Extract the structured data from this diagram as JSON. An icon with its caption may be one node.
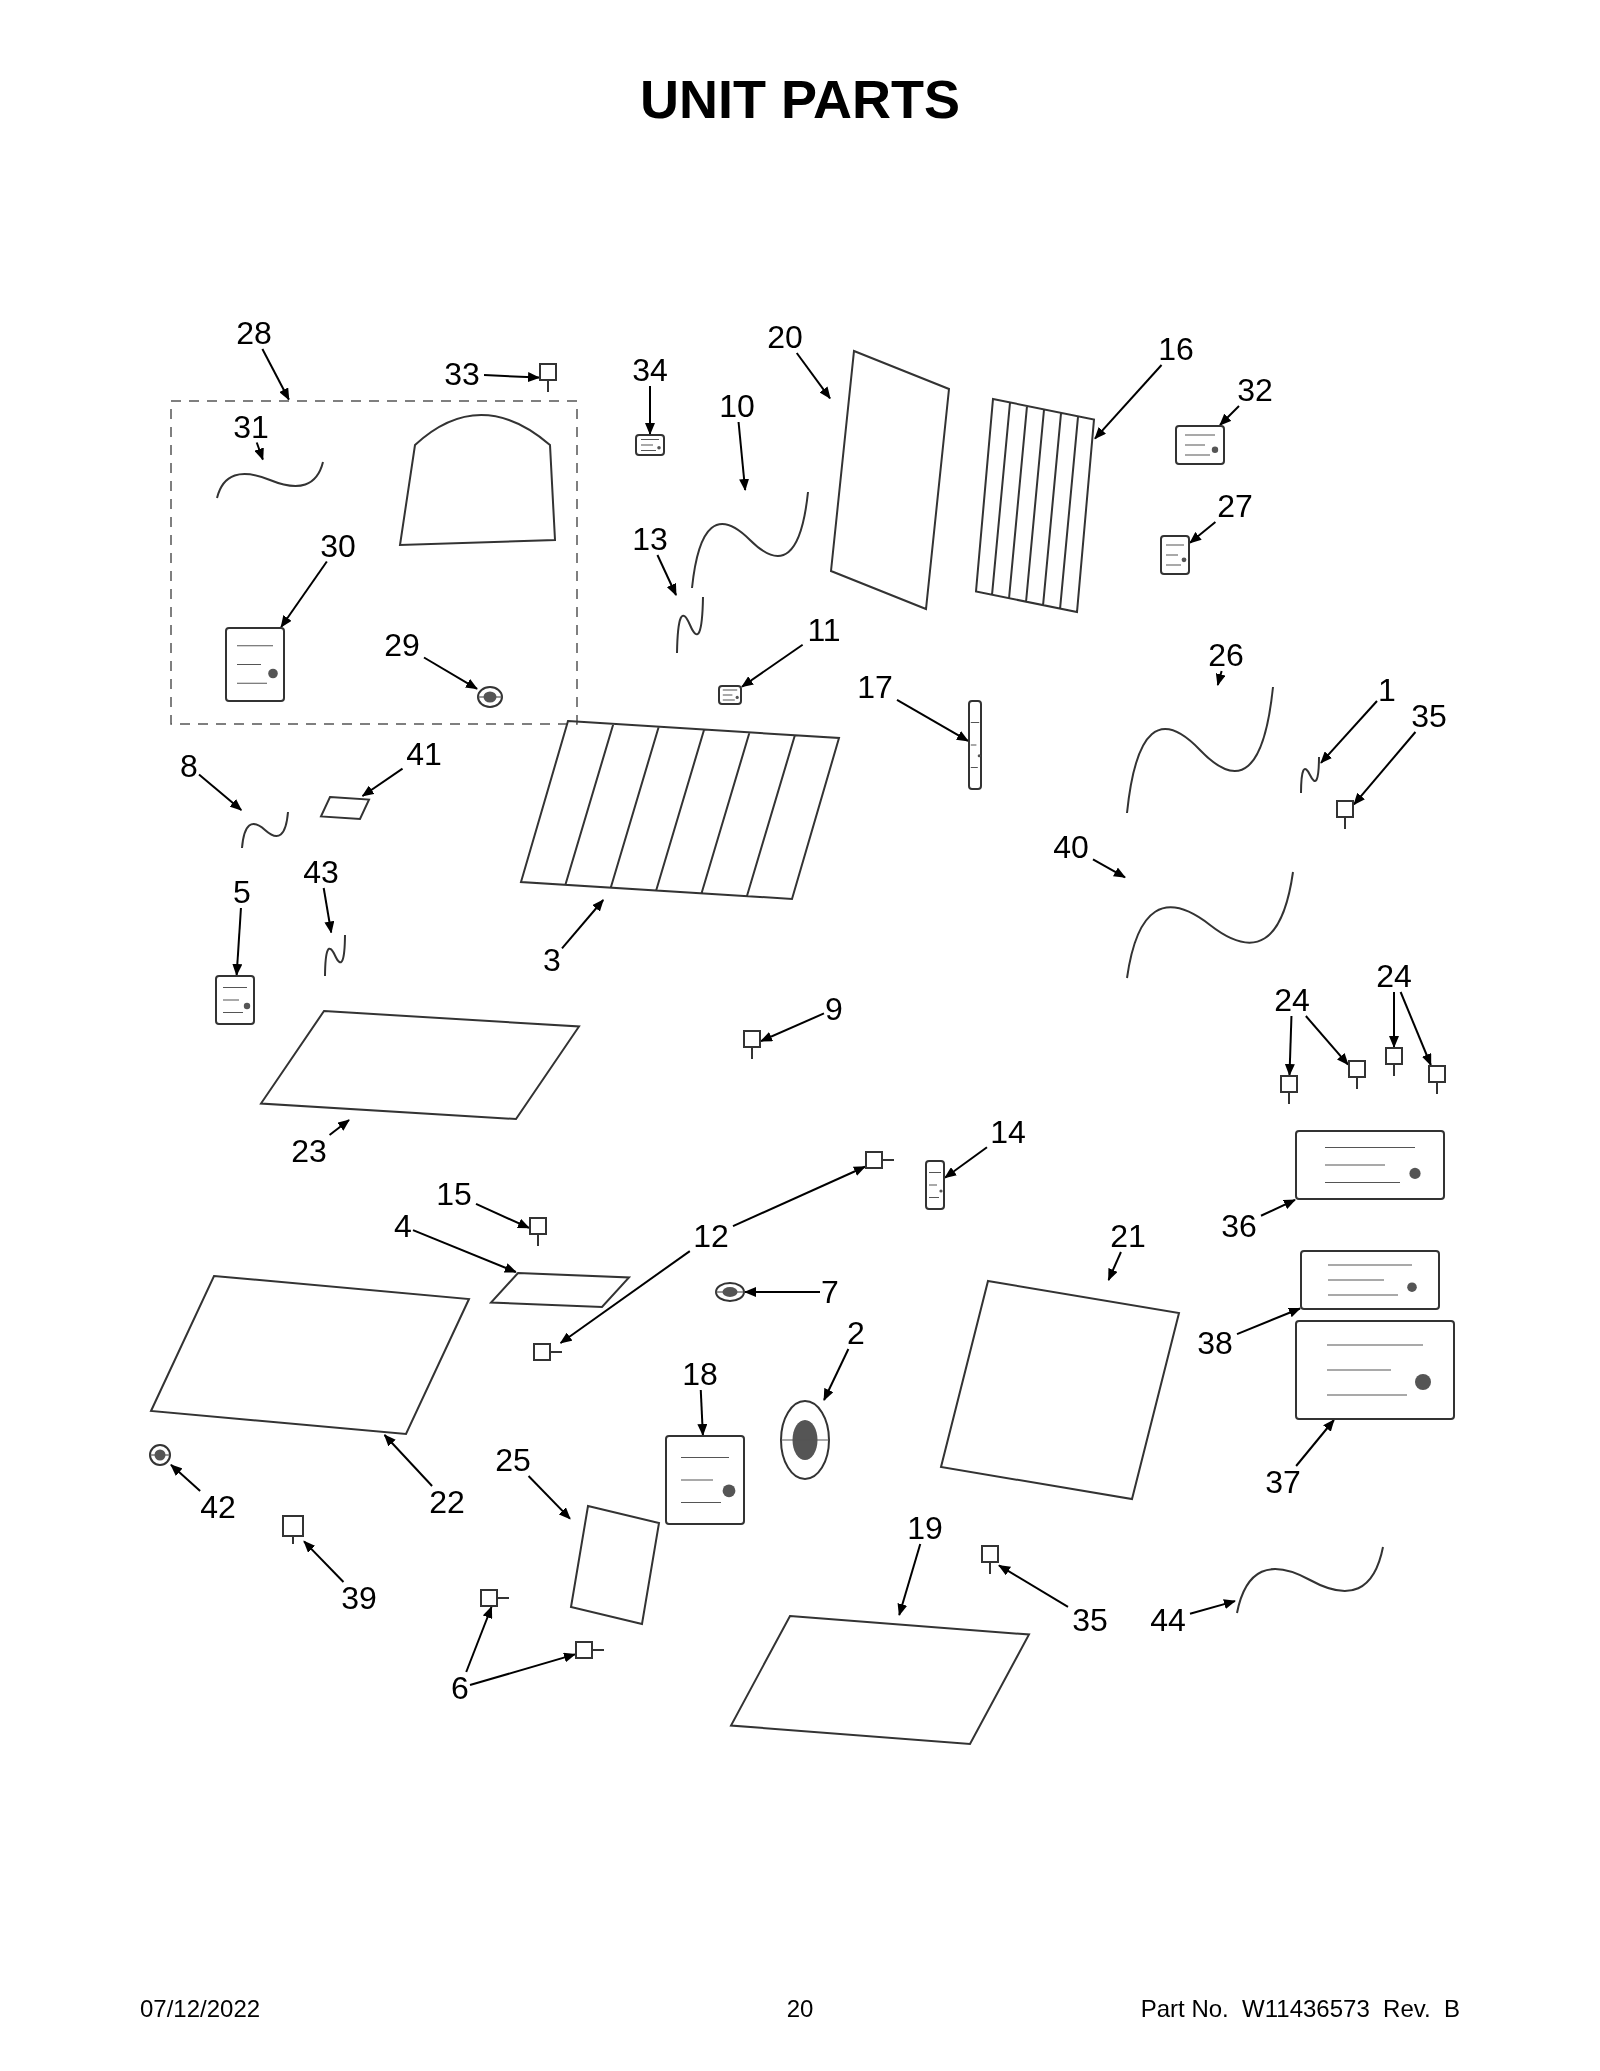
{
  "diagram": {
    "title": "UNIT PARTS",
    "nodes": [
      {
        "text": [],
        "shape": "box"
      },
      {
        "text": [
          "28"
        ]
      },
      {
        "text": [
          "33"
        ]
      },
      {
        "text": [
          "34"
        ]
      },
      {
        "text": [
          "20"
        ]
      },
      {
        "text": [
          "16"
        ]
      },
      {
        "text": [
          "32"
        ]
      },
      {
        "text": [
          "31"
        ],
        "in": 0
      },
      {
        "text": [
          "10"
        ]
      },
      {
        "text": [
          "13"
        ]
      },
      {
        "text": [
          "27"
        ]
      },
      {
        "text": [
          "30"
        ],
        "in": 0
      },
      {
        "text": [
          "26"
        ]
      },
      {
        "text": [
          "29"
        ],
        "in": 0
      },
      {
        "text": [
          "11"
        ]
      },
      {
        "text": [
          "17"
        ]
      },
      {
        "text": [
          "1"
        ]
      },
      {
        "text": [
          "35"
        ]
      },
      {
        "text": [
          "8"
        ]
      },
      {
        "text": [
          "41"
        ]
      },
      {
        "text": [
          "40"
        ]
      },
      {
        "text": [
          "43"
        ]
      },
      {
        "text": [
          "5"
        ]
      },
      {
        "text": [
          "3"
        ]
      },
      {
        "text": [
          "24"
        ]
      },
      {
        "text": [
          "24"
        ]
      },
      {
        "text": [
          "9"
        ]
      },
      {
        "text": [
          "23"
        ]
      },
      {
        "text": [
          "14"
        ]
      },
      {
        "text": [
          "15"
        ]
      },
      {
        "text": [
          "4"
        ]
      },
      {
        "text": [
          "12"
        ]
      },
      {
        "text": [
          "21"
        ]
      },
      {
        "text": [
          "36"
        ]
      },
      {
        "text": [
          "7"
        ]
      },
      {
        "text": [
          "2"
        ]
      },
      {
        "text": [
          "38"
        ]
      },
      {
        "text": [
          "18"
        ]
      },
      {
        "text": [
          "42"
        ]
      },
      {
        "text": [
          "22"
        ]
      },
      {
        "text": [
          "25"
        ]
      },
      {
        "text": [
          "37"
        ]
      },
      {
        "text": [
          "19"
        ]
      },
      {
        "text": [
          "35"
        ]
      },
      {
        "text": [
          "44"
        ]
      },
      {
        "text": [
          "39"
        ]
      },
      {
        "text": [
          "6"
        ]
      },
      {
        "text": [],
        "shape": "picture"
      },
      {
        "text": [],
        "shape": "picture"
      },
      {
        "text": [],
        "shape": "picture"
      },
      {
        "text": [],
        "shape": "picture"
      },
      {
        "text": [],
        "shape": "picture"
      },
      {
        "text": [],
        "shape": "picture",
        "in": 0
      },
      {
        "text": [],
        "shape": "picture"
      },
      {
        "text": [],
        "shape": "picture"
      },
      {
        "text": [],
        "shape": "picture"
      },
      {
        "text": [],
        "shape": "picture",
        "in": 0
      },
      {
        "text": [],
        "shape": "picture"
      },
      {
        "text": [],
        "shape": "picture",
        "in": 0
      },
      {
        "text": [],
        "shape": "picture"
      },
      {
        "text": [],
        "shape": "picture"
      },
      {
        "text": [],
        "shape": "picture"
      },
      {
        "text": [],
        "shape": "picture"
      },
      {
        "text": [],
        "shape": "picture"
      },
      {
        "text": [],
        "shape": "picture"
      },
      {
        "text": [],
        "shape": "picture"
      },
      {
        "text": [],
        "shape": "picture"
      },
      {
        "text": [],
        "shape": "picture"
      },
      {
        "text": [],
        "shape": "picture"
      },
      {
        "text": [],
        "shape": "picture"
      },
      {
        "text": [],
        "shape": "picture"
      },
      {
        "text": [],
        "shape": "picture"
      },
      {
        "text": [],
        "shape": "picture"
      },
      {
        "text": [],
        "shape": "picture"
      },
      {
        "text": [],
        "shape": "picture"
      },
      {
        "text": [],
        "shape": "picture"
      },
      {
        "text": [],
        "shape": "picture"
      },
      {
        "text": [],
        "shape": "picture"
      },
      {
        "text": [],
        "shape": "picture"
      },
      {
        "text": [],
        "shape": "picture"
      },
      {
        "text": [],
        "shape": "picture"
      },
      {
        "text": [],
        "shape": "picture"
      },
      {
        "text": [],
        "shape": "picture"
      },
      {
        "text": [],
        "shape": "picture"
      },
      {
        "text": [],
        "shape": "picture"
      },
      {
        "text": [],
        "shape": "picture"
      },
      {
        "text": [],
        "shape": "picture"
      },
      {
        "text": [],
        "shape": "picture"
      },
      {
        "text": [],
        "shape": "picture"
      },
      {
        "text": [],
        "shape": "picture"
      },
      {
        "text": [],
        "shape": "picture"
      },
      {
        "text": [],
        "shape": "picture"
      },
      {
        "text": [],
        "shape": "picture"
      },
      {
        "text": [],
        "shape": "picture"
      },
      {
        "text": [],
        "shape": "picture"
      },
      {
        "text": [],
        "shape": "picture"
      }
    ],
    "edges": [
      {
        "from": 1,
        "to": 0,
        "arrow": "to"
      },
      {
        "from": 2,
        "to": 47,
        "arrow": "to"
      },
      {
        "from": 3,
        "to": 48,
        "arrow": "to"
      },
      {
        "from": 4,
        "to": 49,
        "arrow": "to"
      },
      {
        "from": 5,
        "to": 50,
        "arrow": "to"
      },
      {
        "from": 6,
        "to": 51,
        "arrow": "to"
      },
      {
        "from": 7,
        "to": 52,
        "arrow": "to"
      },
      {
        "from": 8,
        "to": 53,
        "arrow": "to"
      },
      {
        "from": 9,
        "to": 54,
        "arrow": "to"
      },
      {
        "from": 10,
        "to": 55,
        "arrow": "to"
      },
      {
        "from": 11,
        "to": 56,
        "arrow": "to"
      },
      {
        "from": 12,
        "to": 57,
        "arrow": "to"
      },
      {
        "from": 13,
        "to": 58,
        "arrow": "to"
      },
      {
        "from": 14,
        "to": 59,
        "arrow": "to"
      },
      {
        "from": 15,
        "to": 60,
        "arrow": "to"
      },
      {
        "from": 16,
        "to": 61,
        "arrow": "to"
      },
      {
        "from": 17,
        "to": 62,
        "arrow": "to"
      },
      {
        "from": 18,
        "to": 63,
        "arrow": "to"
      },
      {
        "from": 19,
        "to": 64,
        "arrow": "to"
      },
      {
        "from": 20,
        "to": 65,
        "arrow": "to"
      },
      {
        "from": 21,
        "to": 66,
        "arrow": "to"
      },
      {
        "from": 22,
        "to": 67,
        "arrow": "to"
      },
      {
        "from": 23,
        "to": 68,
        "arrow": "to"
      },
      {
        "from": 24,
        "to": 69,
        "arrow": "to"
      },
      {
        "from": 24,
        "to": 70,
        "arrow": "to"
      },
      {
        "from": 25,
        "to": 71,
        "arrow": "to"
      },
      {
        "from": 25,
        "to": 72,
        "arrow": "to"
      },
      {
        "from": 26,
        "to": 73,
        "arrow": "to"
      },
      {
        "from": 27,
        "to": 74,
        "arrow": "to"
      },
      {
        "from": 28,
        "to": 75,
        "arrow": "to"
      },
      {
        "from": 29,
        "to": 76,
        "arrow": "to"
      },
      {
        "from": 30,
        "to": 77,
        "arrow": "to"
      },
      {
        "from": 31,
        "to": 78,
        "arrow": "to"
      },
      {
        "from": 31,
        "to": 79,
        "arrow": "to"
      },
      {
        "from": 32,
        "to": 80,
        "arrow": "to"
      },
      {
        "from": 33,
        "to": 81,
        "arrow": "to"
      },
      {
        "from": 34,
        "to": 82,
        "arrow": "to"
      },
      {
        "from": 35,
        "to": 83,
        "arrow": "to"
      },
      {
        "from": 36,
        "to": 84,
        "arrow": "to"
      },
      {
        "from": 37,
        "to": 85,
        "arrow": "to"
      },
      {
        "from": 38,
        "to": 86,
        "arrow": "to"
      },
      {
        "from": 39,
        "to": 87,
        "arrow": "to"
      },
      {
        "from": 40,
        "to": 88,
        "arrow": "to"
      },
      {
        "from": 41,
        "to": 89,
        "arrow": "to"
      },
      {
        "from": 42,
        "to": 90,
        "arrow": "to"
      },
      {
        "from": 43,
        "to": 91,
        "arrow": "to"
      },
      {
        "from": 44,
        "to": 92,
        "arrow": "to"
      },
      {
        "from": 45,
        "to": 93,
        "arrow": "to"
      },
      {
        "from": 46,
        "to": 94,
        "arrow": "to"
      },
      {
        "from": 46,
        "to": 95,
        "arrow": "to"
      }
    ],
    "labels": [
      "07/12/2022",
      "20",
      "Part No.  W11436573  Rev.  B"
    ]
  }
}
